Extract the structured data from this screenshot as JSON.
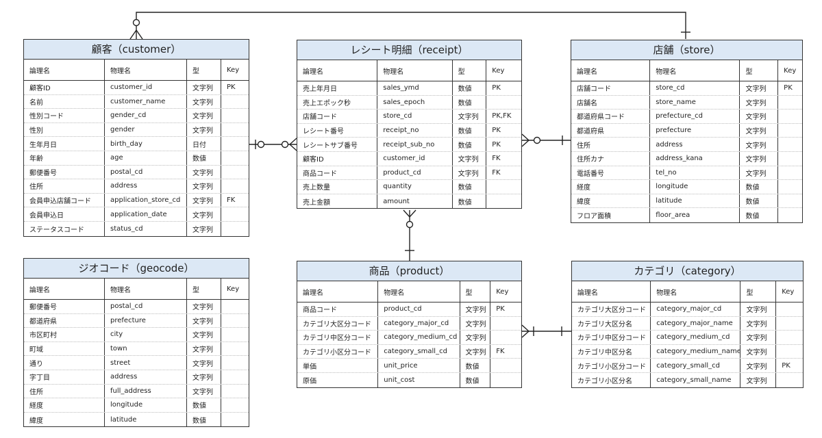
{
  "columns": {
    "logical": "論理名",
    "physical": "物理名",
    "type": "型",
    "key": "Key"
  },
  "entities": {
    "customer": {
      "title": "顧客（customer）",
      "rows": [
        {
          "logical": "顧客ID",
          "physical": "customer_id",
          "type": "文字列",
          "key": "PK"
        },
        {
          "logical": "名前",
          "physical": "customer_name",
          "type": "文字列",
          "key": ""
        },
        {
          "logical": "性別コード",
          "physical": "gender_cd",
          "type": "文字列",
          "key": ""
        },
        {
          "logical": "性別",
          "physical": "gender",
          "type": "文字列",
          "key": ""
        },
        {
          "logical": "生年月日",
          "physical": "birth_day",
          "type": "日付",
          "key": ""
        },
        {
          "logical": "年齢",
          "physical": "age",
          "type": "数値",
          "key": ""
        },
        {
          "logical": "郵便番号",
          "physical": "postal_cd",
          "type": "文字列",
          "key": ""
        },
        {
          "logical": "住所",
          "physical": "address",
          "type": "文字列",
          "key": ""
        },
        {
          "logical": "会員申込店舗コード",
          "physical": "application_store_cd",
          "type": "文字列",
          "key": "FK"
        },
        {
          "logical": "会員申込日",
          "physical": "application_date",
          "type": "文字列",
          "key": ""
        },
        {
          "logical": "ステータスコード",
          "physical": "status_cd",
          "type": "文字列",
          "key": ""
        }
      ]
    },
    "receipt": {
      "title": "レシート明細（receipt）",
      "rows": [
        {
          "logical": "売上年月日",
          "physical": "sales_ymd",
          "type": "数値",
          "key": "PK"
        },
        {
          "logical": "売上エポック秒",
          "physical": "sales_epoch",
          "type": "数値",
          "key": ""
        },
        {
          "logical": "店舗コード",
          "physical": "store_cd",
          "type": "文字列",
          "key": "PK,FK"
        },
        {
          "logical": "レシート番号",
          "physical": "receipt_no",
          "type": "数値",
          "key": "PK"
        },
        {
          "logical": "レシートサブ番号",
          "physical": "receipt_sub_no",
          "type": "数値",
          "key": "PK"
        },
        {
          "logical": "顧客ID",
          "physical": "customer_id",
          "type": "文字列",
          "key": "FK"
        },
        {
          "logical": "商品コード",
          "physical": "product_cd",
          "type": "文字列",
          "key": "FK"
        },
        {
          "logical": "売上数量",
          "physical": "quantity",
          "type": "数値",
          "key": ""
        },
        {
          "logical": "売上金額",
          "physical": "amount",
          "type": "数値",
          "key": ""
        }
      ]
    },
    "store": {
      "title": "店舗（store）",
      "rows": [
        {
          "logical": "店舗コード",
          "physical": "store_cd",
          "type": "文字列",
          "key": "PK"
        },
        {
          "logical": "店舗名",
          "physical": "store_name",
          "type": "文字列",
          "key": ""
        },
        {
          "logical": "都道府県コード",
          "physical": "prefecture_cd",
          "type": "文字列",
          "key": ""
        },
        {
          "logical": "都道府県",
          "physical": "prefecture",
          "type": "文字列",
          "key": ""
        },
        {
          "logical": "住所",
          "physical": "address",
          "type": "文字列",
          "key": ""
        },
        {
          "logical": "住所カナ",
          "physical": "address_kana",
          "type": "文字列",
          "key": ""
        },
        {
          "logical": "電話番号",
          "physical": "tel_no",
          "type": "文字列",
          "key": ""
        },
        {
          "logical": "経度",
          "physical": "longitude",
          "type": "数値",
          "key": ""
        },
        {
          "logical": "緯度",
          "physical": "latitude",
          "type": "数値",
          "key": ""
        },
        {
          "logical": "フロア面積",
          "physical": "floor_area",
          "type": "数値",
          "key": ""
        }
      ]
    },
    "geocode": {
      "title": "ジオコード（geocode）",
      "rows": [
        {
          "logical": "郵便番号",
          "physical": "postal_cd",
          "type": "文字列",
          "key": ""
        },
        {
          "logical": "都道府県",
          "physical": "prefecture",
          "type": "文字列",
          "key": ""
        },
        {
          "logical": "市区町村",
          "physical": "city",
          "type": "文字列",
          "key": ""
        },
        {
          "logical": "町域",
          "physical": "town",
          "type": "文字列",
          "key": ""
        },
        {
          "logical": "通り",
          "physical": "street",
          "type": "文字列",
          "key": ""
        },
        {
          "logical": "字丁目",
          "physical": "address",
          "type": "文字列",
          "key": ""
        },
        {
          "logical": "住所",
          "physical": "full_address",
          "type": "文字列",
          "key": ""
        },
        {
          "logical": "経度",
          "physical": "longitude",
          "type": "数値",
          "key": ""
        },
        {
          "logical": "緯度",
          "physical": "latitude",
          "type": "数値",
          "key": ""
        }
      ]
    },
    "product": {
      "title": "商品（product）",
      "rows": [
        {
          "logical": "商品コード",
          "physical": "product_cd",
          "type": "文字列",
          "key": "PK"
        },
        {
          "logical": "カテゴリ大区分コード",
          "physical": "category_major_cd",
          "type": "文字列",
          "key": ""
        },
        {
          "logical": "カテゴリ中区分コード",
          "physical": "category_medium_cd",
          "type": "文字列",
          "key": ""
        },
        {
          "logical": "カテゴリ小区分コード",
          "physical": "category_small_cd",
          "type": "文字列",
          "key": "FK"
        },
        {
          "logical": "単価",
          "physical": "unit_price",
          "type": "数値",
          "key": ""
        },
        {
          "logical": "原価",
          "physical": "unit_cost",
          "type": "数値",
          "key": ""
        }
      ]
    },
    "category": {
      "title": "カテゴリ（category）",
      "rows": [
        {
          "logical": "カテゴリ大区分コード",
          "physical": "category_major_cd",
          "type": "文字列",
          "key": ""
        },
        {
          "logical": "カテゴリ大区分名",
          "physical": "category_major_name",
          "type": "文字列",
          "key": ""
        },
        {
          "logical": "カテゴリ中区分コード",
          "physical": "category_medium_cd",
          "type": "文字列",
          "key": ""
        },
        {
          "logical": "カテゴリ中区分名",
          "physical": "category_medium_name",
          "type": "文字列",
          "key": ""
        },
        {
          "logical": "カテゴリ小区分コード",
          "physical": "category_small_cd",
          "type": "文字列",
          "key": "PK"
        },
        {
          "logical": "カテゴリ小区分名",
          "physical": "category_small_name",
          "type": "文字列",
          "key": ""
        }
      ]
    }
  },
  "relationships": [
    {
      "from": "store",
      "to": "customer",
      "from_end": "one",
      "to_end": "zero-or-many"
    },
    {
      "from": "customer",
      "to": "receipt",
      "from_end": "zero-or-one",
      "to_end": "zero-or-many"
    },
    {
      "from": "receipt",
      "to": "store",
      "from_end": "zero-or-many",
      "to_end": "one"
    },
    {
      "from": "receipt",
      "to": "product",
      "from_end": "zero-or-many",
      "to_end": "one"
    },
    {
      "from": "product",
      "to": "category",
      "from_end": "many",
      "to_end": "one"
    }
  ],
  "colors": {
    "title_bg": "#dce8f5",
    "border": "#333333",
    "line": "#222222"
  }
}
